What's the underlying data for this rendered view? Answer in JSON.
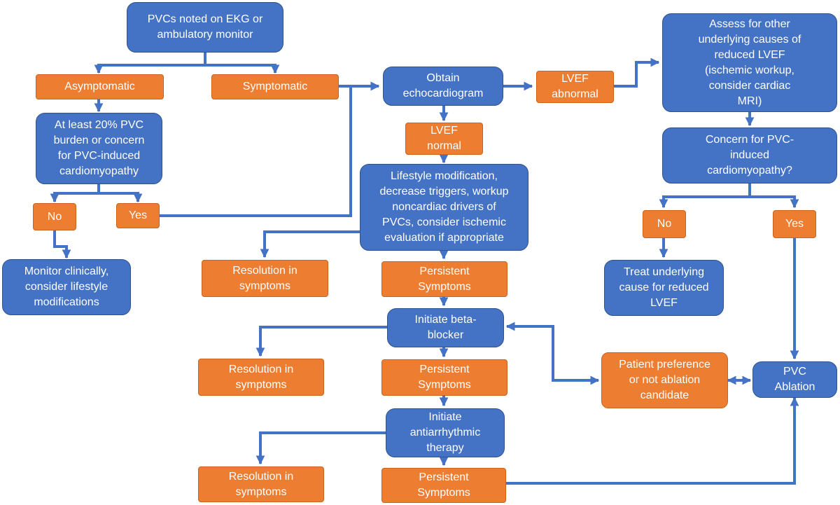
{
  "nodes": {
    "start": "PVCs noted on EKG or\nambulatory monitor",
    "asymptomatic": "Asymptomatic",
    "symptomatic": "Symptomatic",
    "burden": "At least 20% PVC\nburden or concern\nfor PVC-induced\ncardiomyopathy",
    "no_left": "No",
    "yes_left": "Yes",
    "monitor": "Monitor clinically,\nconsider lifestyle\nmodifications",
    "echo": "Obtain\nechocardiogram",
    "lvef_abnormal": "LVEF\nabnormal",
    "assess": "Assess for other\nunderlying causes of\nreduced LVEF\n(ischemic workup,\nconsider cardiac\nMRI)",
    "lvef_normal": "LVEF\nnormal",
    "lifestyle": "Lifestyle modification,\ndecrease triggers, workup\nnoncardiac drivers of\nPVCs, consider ischemic\nevaluation if appropriate",
    "concern": "Concern for PVC-\ninduced\ncardiomyopathy?",
    "no_right": "No",
    "yes_right": "Yes",
    "treat": "Treat underlying\ncause for reduced\nLVEF",
    "resolution1": "Resolution in\nsymptoms",
    "persistent1": "Persistent\nSymptoms",
    "beta": "Initiate beta-\nblocker",
    "resolution2": "Resolution in\nsymptoms",
    "persistent2": "Persistent\nSymptoms",
    "preference": "Patient preference\nor not ablation\ncandidate",
    "ablation": "PVC\nAblation",
    "antiarrhythmic": "Initiate\nantiarrhythmic\ntherapy",
    "resolution3": "Resolution in\nsymptoms",
    "persistent3": "Persistent\nSymptoms"
  },
  "colors": {
    "blue_fill": "#4472C4",
    "orange_fill": "#ED7D31",
    "connector": "#4472C4"
  }
}
